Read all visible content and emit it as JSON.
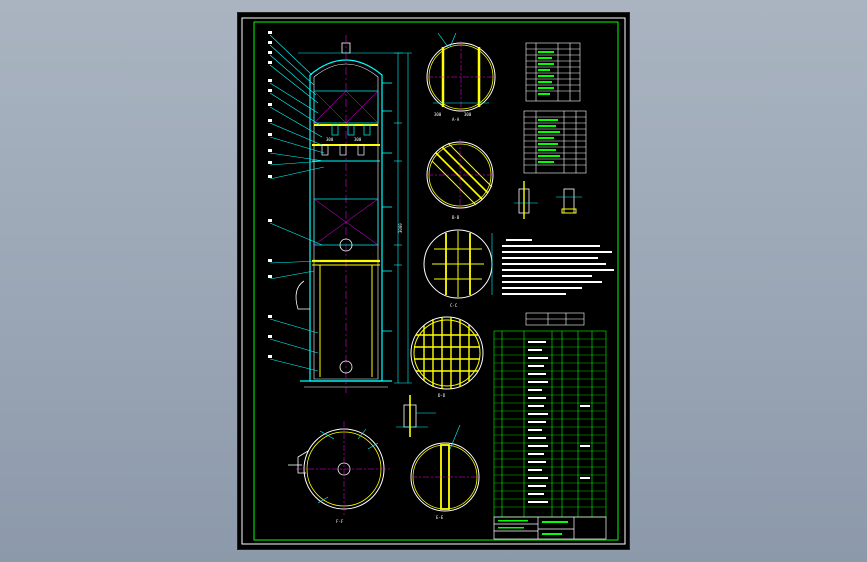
{
  "viewer": {
    "background_top": "#aab4c1",
    "background_bottom": "#8c99aa"
  },
  "sheet": {
    "background": "#000000",
    "frame_color": "#00ff00",
    "line_cyan": "#00ffff",
    "line_yellow": "#ffff00",
    "line_white": "#ffffff",
    "line_green": "#00ff00",
    "line_magenta": "#ff00ff",
    "dim_labels": [
      "300",
      "300",
      "300",
      "300",
      "3000"
    ],
    "view_labels": [
      "A-A",
      "B-B",
      "C-C",
      "D-D",
      "E-E",
      "F-F"
    ]
  }
}
